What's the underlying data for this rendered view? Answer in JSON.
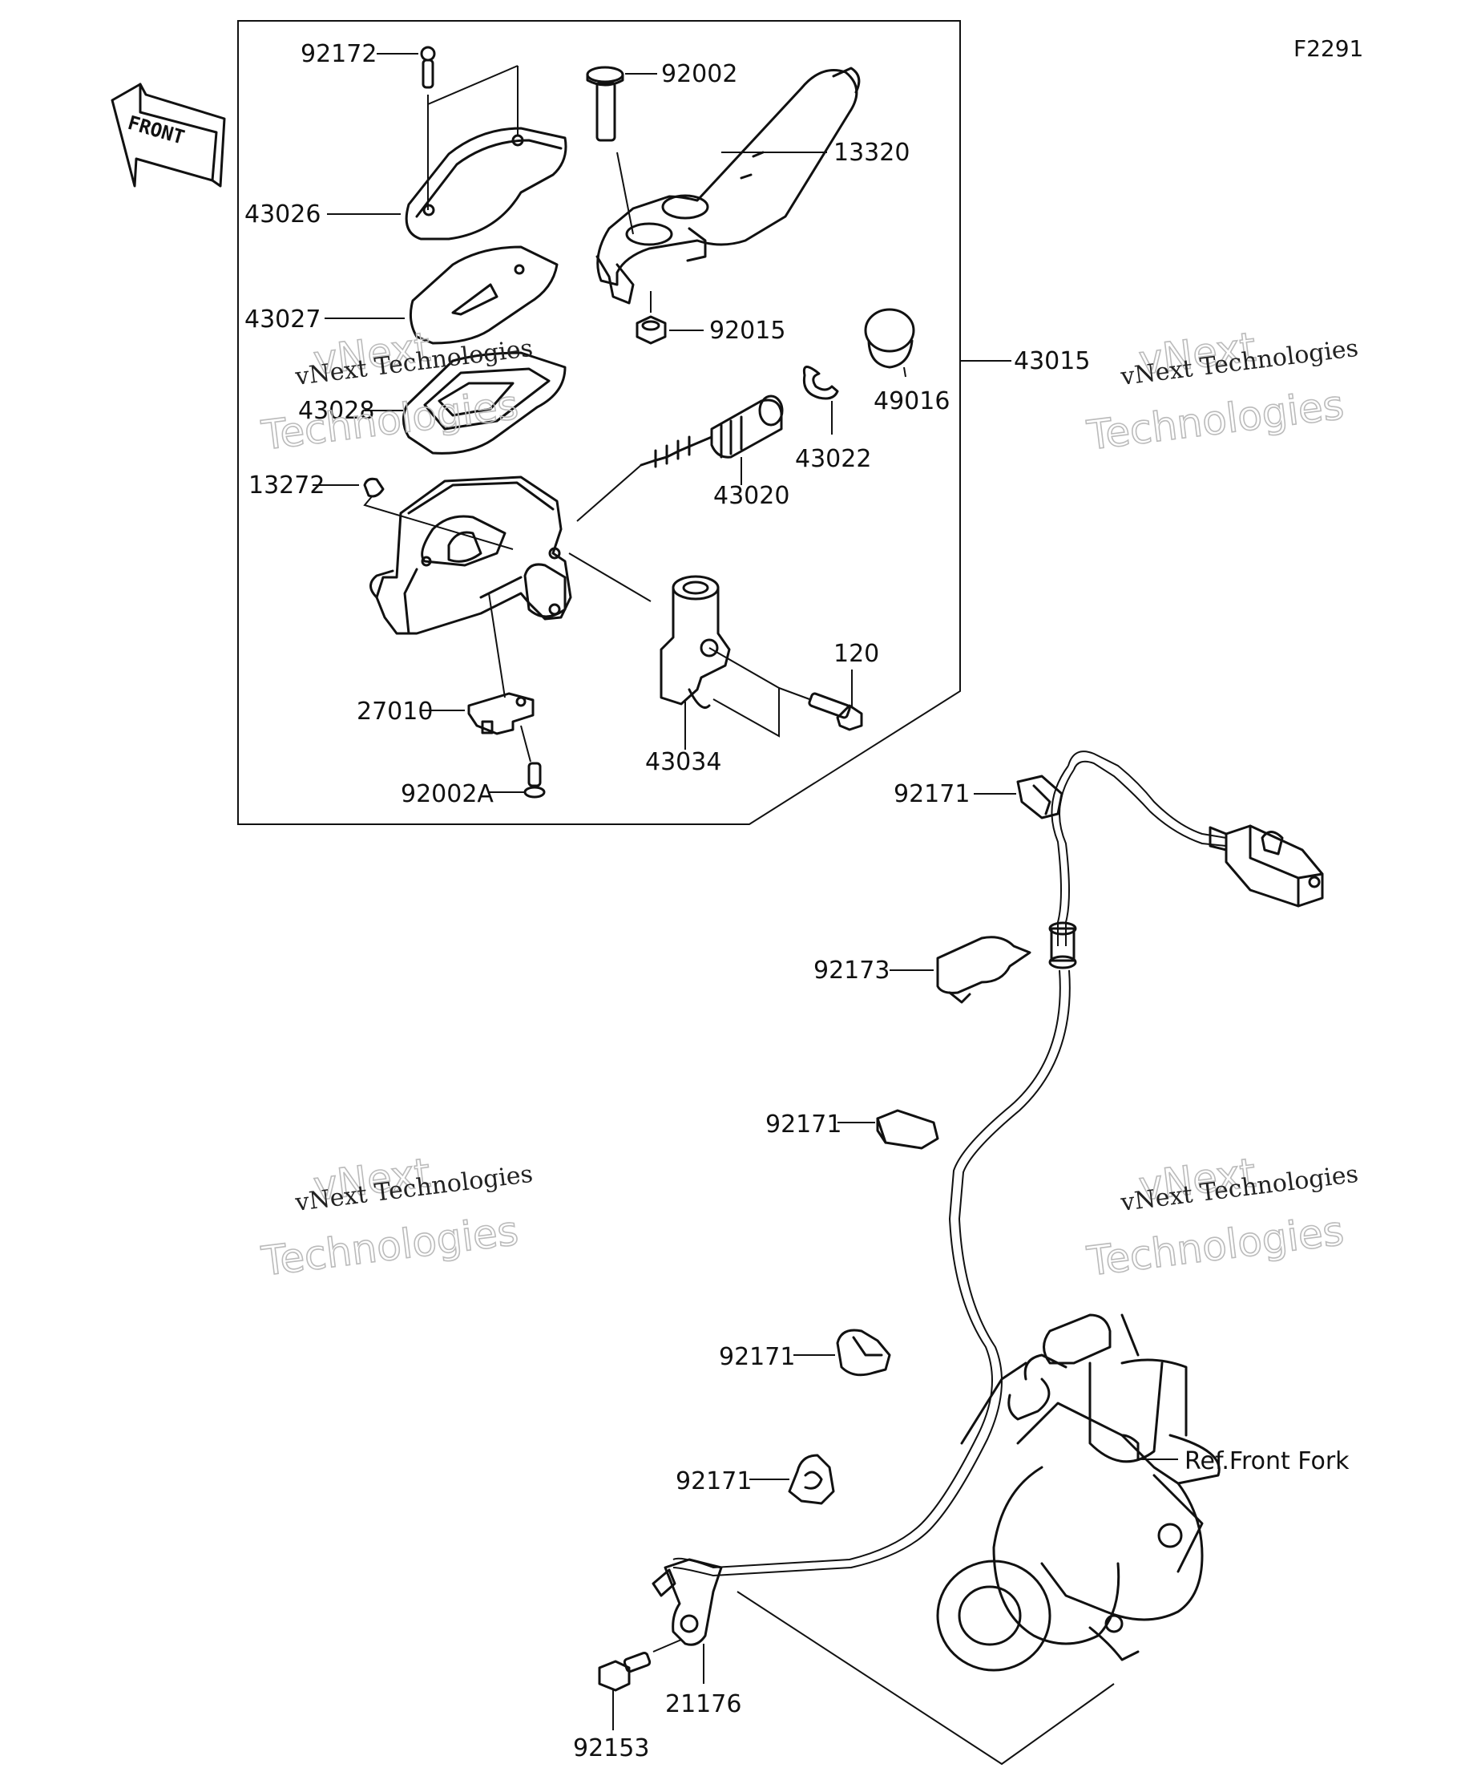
{
  "figure_code": "F2291",
  "front_label": "FRONT",
  "ref_label": "Ref.Front Fork",
  "watermark": {
    "line1": "vNext Technologies",
    "line2": "vNext",
    "line3": "Technologies"
  },
  "parts": {
    "p92172": "92172",
    "p92002": "92002",
    "p13320": "13320",
    "p43026": "43026",
    "p43027": "43027",
    "p92015": "92015",
    "p43015": "43015",
    "p49016": "49016",
    "p43028": "43028",
    "p43022": "43022",
    "p13272": "13272",
    "p43020": "43020",
    "p120": "120",
    "p27010": "27010",
    "p43034": "43034",
    "p92002a": "92002A",
    "p92171a": "92171",
    "p92173": "92173",
    "p92171b": "92171",
    "p92171c": "92171",
    "p92171d": "92171",
    "p21176": "21176",
    "p92153": "92153"
  }
}
